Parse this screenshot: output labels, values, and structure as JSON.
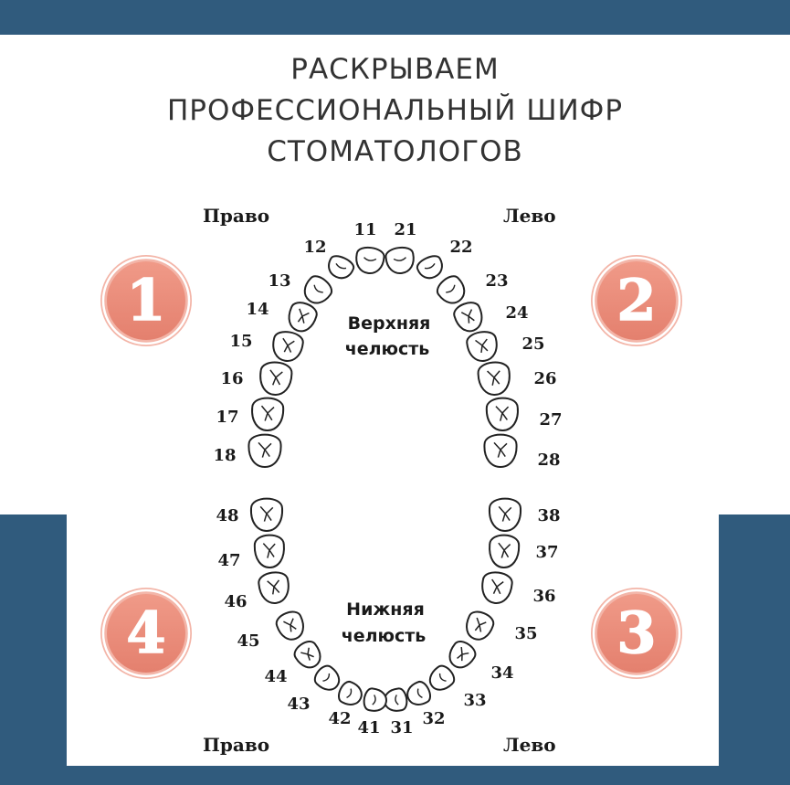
{
  "title": {
    "line1": "РАСКРЫВАЕМ",
    "line2": "ПРОФЕССИОНАЛЬНЫЙ ШИФР",
    "line3": "СТОМАТОЛОГОВ"
  },
  "sides": {
    "top_right_side": "Право",
    "top_left_side": "Лево",
    "bottom_right_side": "Право",
    "bottom_left_side": "Лево"
  },
  "jaws": {
    "upper_line1": "Верхняя",
    "upper_line2": "челюсть",
    "lower_line1": "Нижняя",
    "lower_line2": "челюсть"
  },
  "quadrants": [
    "1",
    "2",
    "3",
    "4"
  ],
  "upper_teeth": [
    "11",
    "12",
    "13",
    "14",
    "15",
    "16",
    "17",
    "18",
    "21",
    "22",
    "23",
    "24",
    "25",
    "26",
    "27",
    "28"
  ],
  "lower_teeth": [
    "31",
    "32",
    "33",
    "34",
    "35",
    "36",
    "37",
    "38",
    "41",
    "42",
    "43",
    "44",
    "45",
    "46",
    "47",
    "48"
  ],
  "colors": {
    "frame_blue": "#305b7d",
    "badge_fill": "#ec8f7e",
    "badge_ring": "#f3b5a8",
    "tooth_outline": "#222222"
  }
}
